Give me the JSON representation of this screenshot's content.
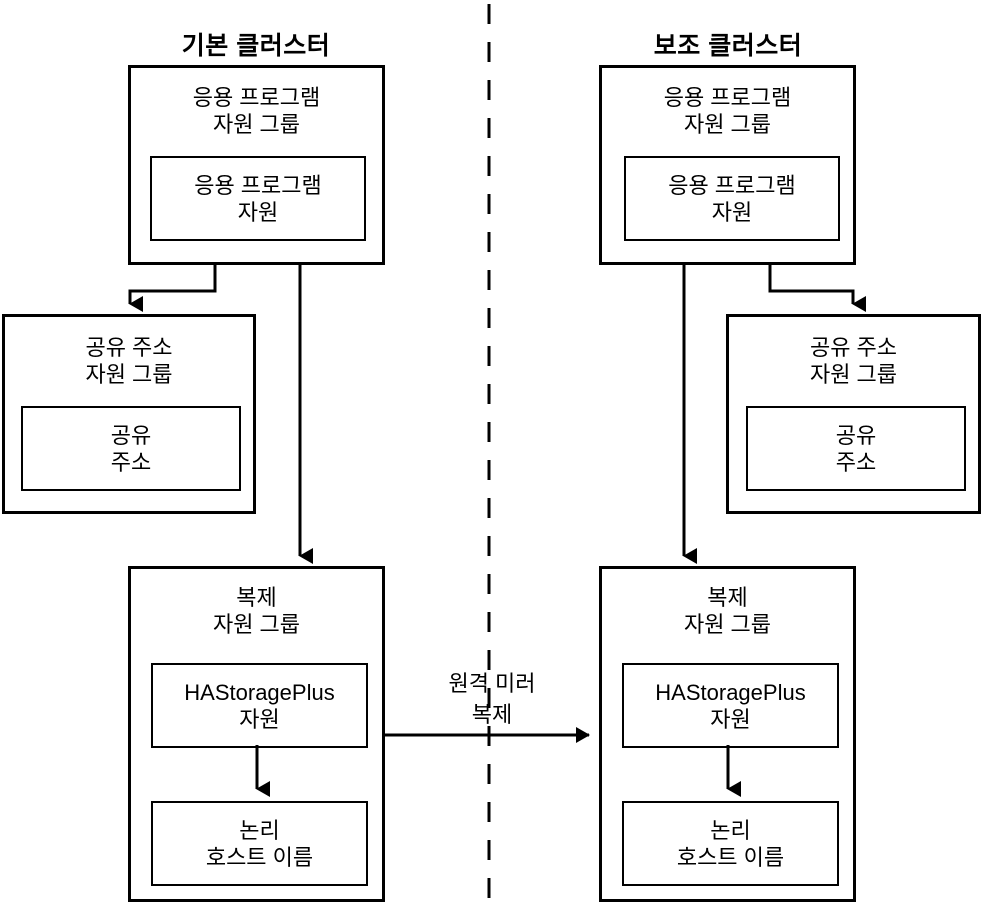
{
  "diagram": {
    "primary_cluster_title": "기본 클러스터",
    "secondary_cluster_title": "보조 클러스터",
    "divider": "dashed-vertical-line",
    "replication_link_label": "원격 미러\n복제",
    "primary": {
      "application_resource_group": {
        "label": "응용 프로그램\n자원 그룹",
        "resource": "응용 프로그램\n자원"
      },
      "shared_address_resource_group": {
        "label": "공유 주소\n자원 그룹",
        "resource": "공유\n주소"
      },
      "replication_resource_group": {
        "label": "복제\n자원 그룹",
        "storage_resource": "HAStoragePlus\n자원",
        "hostname_resource": "논리\n호스트 이름"
      }
    },
    "secondary": {
      "application_resource_group": {
        "label": "응용 프로그램\n자원 그룹",
        "resource": "응용 프로그램\n자원"
      },
      "shared_address_resource_group": {
        "label": "공유 주소\n자원 그룹",
        "resource": "공유\n주소"
      },
      "replication_resource_group": {
        "label": "복제\n자원 그룹",
        "storage_resource": "HAStoragePlus\n자원",
        "hostname_resource": "논리\n호스트 이름"
      }
    },
    "colors": {
      "stroke": "#000000",
      "background": "#ffffff",
      "text": "#000000"
    }
  }
}
